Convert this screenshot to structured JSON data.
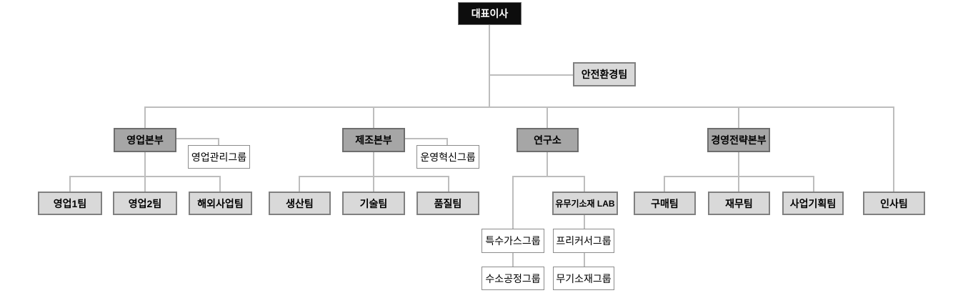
{
  "colors": {
    "page_bg": "#ffffff",
    "ceo_bg": "#0d0d0d",
    "ceo_text": "#ffffff",
    "division_bg": "#a6a6a6",
    "division_border": "#6e6e6e",
    "team_bg": "#d9d9d9",
    "team_border": "#808080",
    "group_bg": "#ffffff",
    "group_border": "#8c8c8c",
    "connector": "#bdbdbd",
    "text": "#000000"
  },
  "org": {
    "ceo": "대표이사",
    "staff_team": "안전환경팀",
    "divisions": [
      {
        "name": "영업본부",
        "side_group": "영업관리그룹",
        "teams": [
          "영업1팀",
          "영업2팀",
          "해외사업팀"
        ]
      },
      {
        "name": "제조본부",
        "side_group": "운영혁신그룹",
        "teams": [
          "생산팀",
          "기술팀",
          "품질팀"
        ]
      },
      {
        "name": "연구소",
        "lab": "유무기소재 LAB",
        "left_groups": [
          "특수가스그룹",
          "수소공정그룹"
        ],
        "right_groups": [
          "프리커서그룹",
          "무기소재그룹"
        ]
      },
      {
        "name": "경영전략본부",
        "teams": [
          "구매팀",
          "재무팀",
          "사업기획팀"
        ]
      }
    ],
    "direct_team": "인사팀"
  }
}
